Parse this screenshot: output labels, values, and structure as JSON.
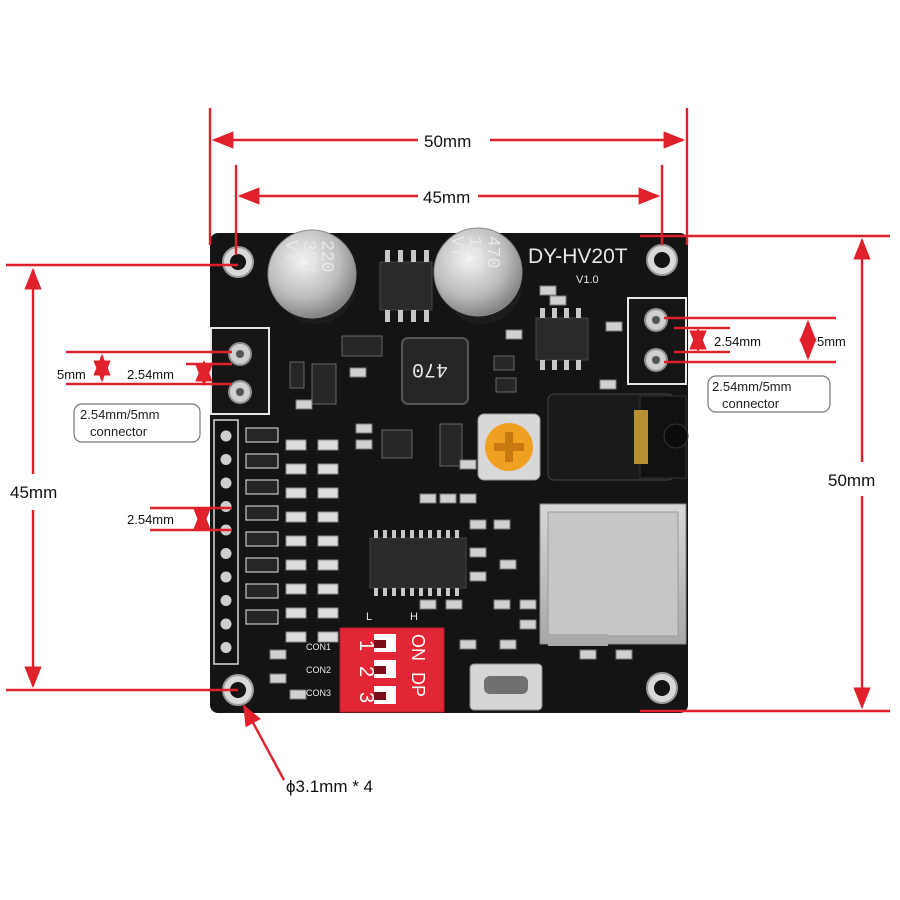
{
  "board": {
    "model": "DY-HV20T",
    "version": "V1.0",
    "cap_left": [
      "220",
      "35V",
      "VT"
    ],
    "cap_right": [
      "470",
      "16V",
      "VT"
    ],
    "inductor": "470",
    "dip": {
      "on_label": "ON",
      "dp_label": "DP",
      "numbers": [
        "1",
        "2",
        "3"
      ],
      "l_label": "L",
      "h_label": "H"
    },
    "con_labels": [
      "CON1",
      "CON2",
      "CON3"
    ]
  },
  "dimensions": {
    "top_outer": "50mm",
    "top_inner": "45mm",
    "right_outer": "50mm",
    "left_inner": "45mm",
    "left_pitch_small": "5mm",
    "left_pitch": "2.54mm",
    "left_header_pitch": "2.54mm",
    "right_pitch": "2.54mm",
    "right_pitch_small": "5mm",
    "hole_note": "ϕ3.1mm * 4"
  },
  "callouts": {
    "left_connector": [
      "2.54mm/5mm",
      "connector"
    ],
    "right_connector": [
      "2.54mm/5mm",
      "connector"
    ]
  },
  "colors": {
    "dimension": "#e0202a",
    "pcb": "#141414",
    "dip": "#e32636",
    "pot": "#f0a020"
  }
}
